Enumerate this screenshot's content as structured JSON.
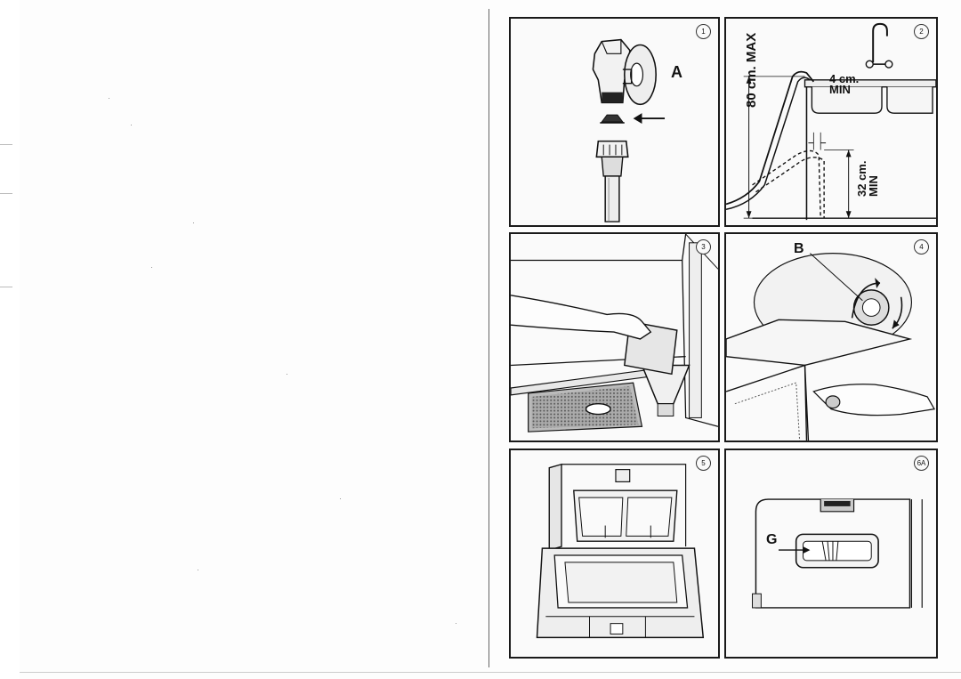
{
  "panels": [
    {
      "id": "1",
      "number": "1",
      "label": "A"
    },
    {
      "id": "2",
      "number": "2",
      "height_max": "80 cm. MAX",
      "gap": "4 cm.",
      "gap_suffix": "MIN",
      "height_min": "32 cm.",
      "height_min_suffix": "MIN"
    },
    {
      "id": "3",
      "number": "3"
    },
    {
      "id": "4",
      "number": "4",
      "label": "B"
    },
    {
      "id": "5",
      "number": "5"
    },
    {
      "id": "6A",
      "number": "6A",
      "label": "G"
    }
  ],
  "icons": [
    "tap-connector-icon",
    "filter-washer-icon",
    "inlet-hose-icon",
    "drain-hose-icon",
    "sink-tap-icon",
    "salt-funnel-icon",
    "regulator-dial-icon",
    "detergent-dispenser-icon",
    "filter-tray-icon",
    "rinse-aid-indicator-icon"
  ],
  "colors": {
    "ink": "#1a1a1a",
    "paper": "#fafafa"
  }
}
